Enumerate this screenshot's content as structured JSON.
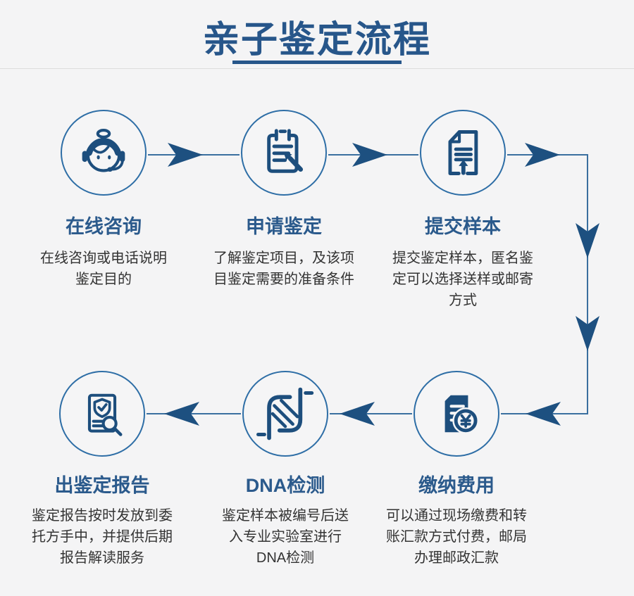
{
  "page": {
    "background": "#f4f4f5"
  },
  "header": {
    "title": "亲子鉴定流程",
    "accent_color": "#27568a"
  },
  "colors": {
    "icon": "#1d4e7d",
    "connector_line": "#3a6f9f",
    "arrowhead": "#1d5080",
    "step_title": "#2b5a8c",
    "description": "#333333",
    "circle_stroke": "#2e6ea6"
  },
  "steps": [
    {
      "id": 1,
      "title": "在线咨询",
      "desc": "在线咨询或电话说明\n鉴定目的",
      "icon": "customer-service-icon"
    },
    {
      "id": 2,
      "title": "申请鉴定",
      "desc": "了解鉴定项目，及该项\n目鉴定需要的准备条件",
      "icon": "clipboard-search-icon"
    },
    {
      "id": 3,
      "title": "提交样本",
      "desc": "提交鉴定样本，匿名鉴\n定可以选择送样或邮寄\n方式",
      "icon": "document-upload-icon"
    },
    {
      "id": 4,
      "title": "缴纳费用",
      "desc": "可以通过现场缴费和转\n账汇款方式付费，邮局\n办理邮政汇款",
      "icon": "invoice-yuan-icon"
    },
    {
      "id": 5,
      "title": "DNA检测",
      "desc": "鉴定样本被编号后送\n入专业实验室进行\nDNA检测",
      "icon": "dna-icon"
    },
    {
      "id": 6,
      "title": "出鉴定报告",
      "desc": "鉴定报告按时发放到委\n托方手中，并提供后期\n报告解读服务",
      "icon": "report-check-icon"
    }
  ]
}
